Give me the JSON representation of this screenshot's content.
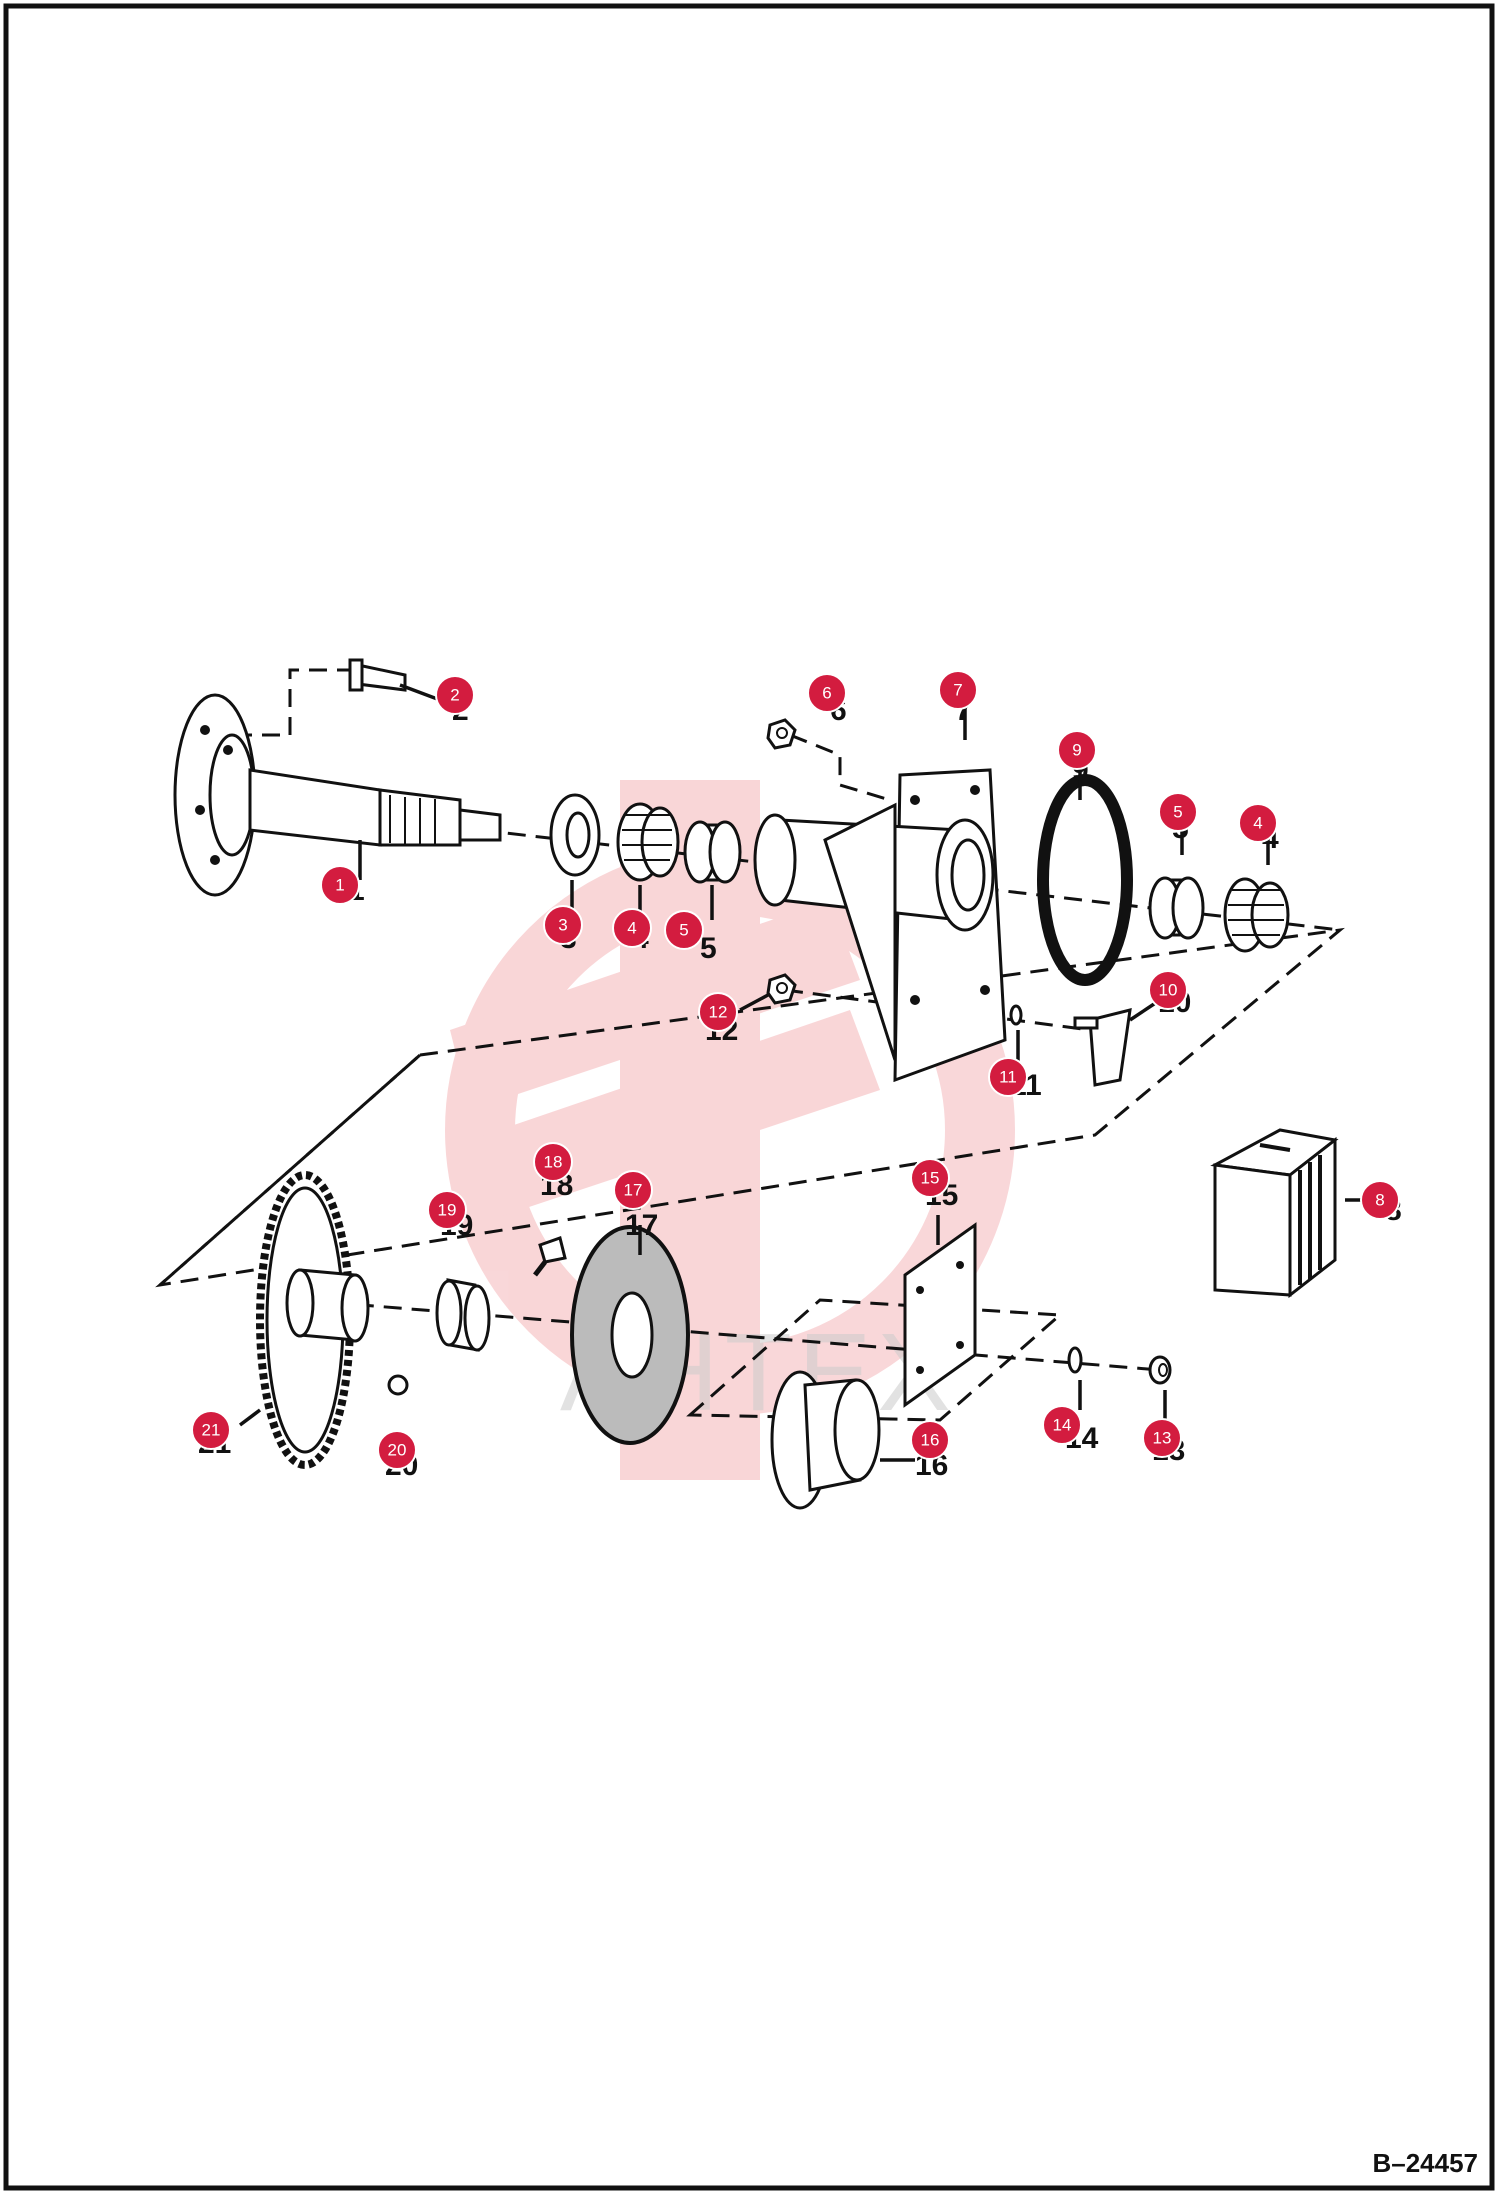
{
  "doc_id": "B–24457",
  "watermark": "АНТЕХ",
  "accent_color": "#d31c3f",
  "callouts": [
    {
      "id": "1",
      "label": "1"
    },
    {
      "id": "2",
      "label": "2"
    },
    {
      "id": "3",
      "label": "3"
    },
    {
      "id": "4a",
      "label": "4"
    },
    {
      "id": "5a",
      "label": "5"
    },
    {
      "id": "6",
      "label": "6"
    },
    {
      "id": "7",
      "label": "7"
    },
    {
      "id": "9",
      "label": "9"
    },
    {
      "id": "5b",
      "label": "5"
    },
    {
      "id": "4b",
      "label": "4"
    },
    {
      "id": "12",
      "label": "12"
    },
    {
      "id": "10",
      "label": "10"
    },
    {
      "id": "11",
      "label": "11"
    },
    {
      "id": "8",
      "label": "8"
    },
    {
      "id": "18",
      "label": "18"
    },
    {
      "id": "19",
      "label": "19"
    },
    {
      "id": "17",
      "label": "17"
    },
    {
      "id": "15",
      "label": "15"
    },
    {
      "id": "21",
      "label": "21"
    },
    {
      "id": "20",
      "label": "20"
    },
    {
      "id": "16",
      "label": "16"
    },
    {
      "id": "14",
      "label": "14"
    },
    {
      "id": "13",
      "label": "13"
    }
  ]
}
